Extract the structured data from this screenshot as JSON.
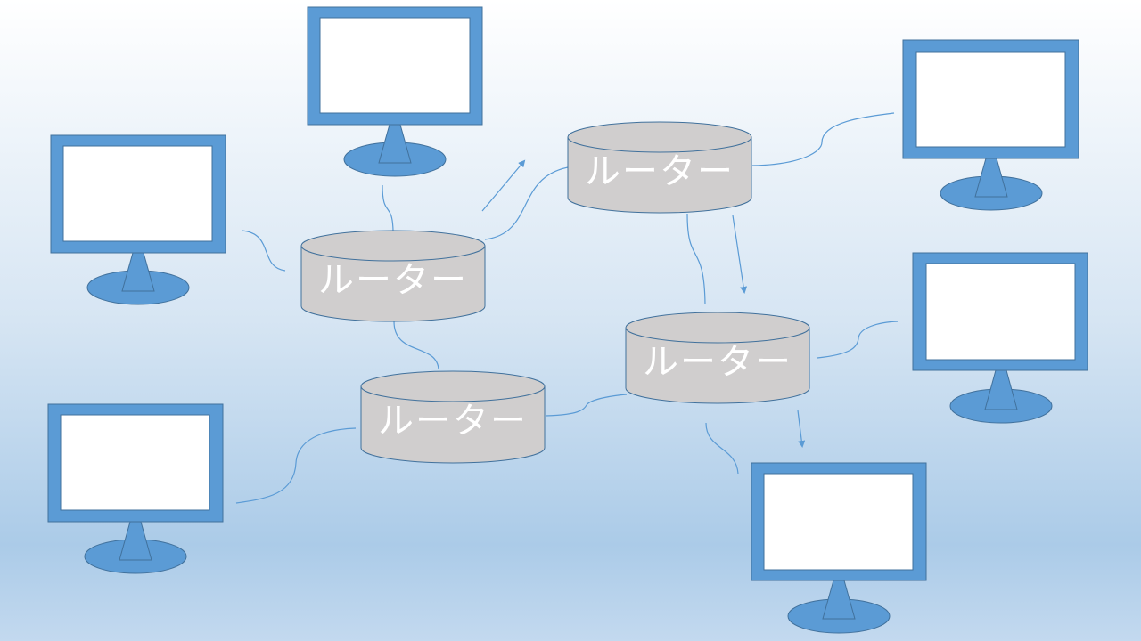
{
  "diagram": {
    "router_label": "ルーター",
    "colors": {
      "background_top": "#ffffff",
      "background_bottom": "#a9c9e6",
      "monitor_frame": "#5b9bd5",
      "monitor_outline": "#41719c",
      "monitor_screen": "#ffffff",
      "router_fill": "#d0cece",
      "router_outline": "#41719c",
      "connector": "#5b9bd5",
      "label_text": "#ffffff"
    },
    "nodes": {
      "monitors": [
        "monitor-top-left",
        "monitor-top-center",
        "monitor-top-right",
        "monitor-bottom-left",
        "monitor-middle-right",
        "monitor-bottom-right"
      ],
      "routers": [
        "router-left",
        "router-top",
        "router-bottom-center",
        "router-right"
      ]
    },
    "links": [
      {
        "from": "monitor-top-left",
        "to": "router-left"
      },
      {
        "from": "monitor-top-center",
        "to": "router-left"
      },
      {
        "from": "router-left",
        "to": "router-top"
      },
      {
        "from": "router-left",
        "to": "router-bottom-center"
      },
      {
        "from": "router-top",
        "to": "monitor-top-right"
      },
      {
        "from": "router-top",
        "to": "router-right"
      },
      {
        "from": "monitor-bottom-left",
        "to": "router-bottom-center"
      },
      {
        "from": "router-bottom-center",
        "to": "router-right"
      },
      {
        "from": "router-right",
        "to": "monitor-middle-right"
      },
      {
        "from": "router-right",
        "to": "monitor-bottom-right"
      }
    ]
  }
}
